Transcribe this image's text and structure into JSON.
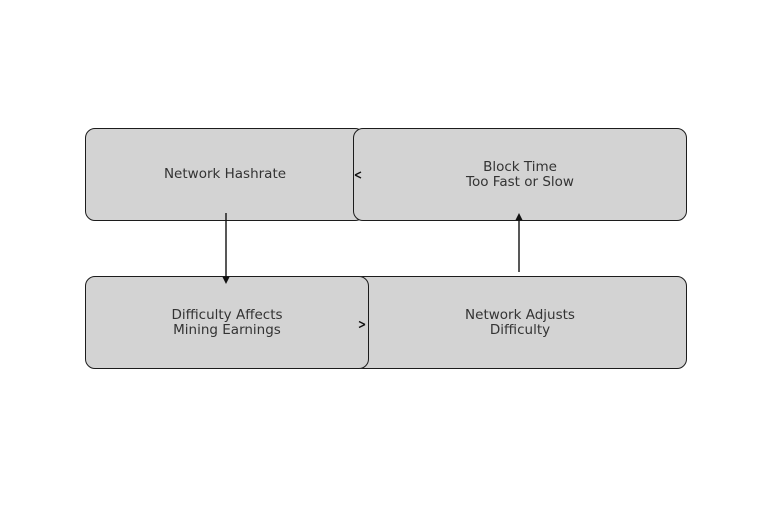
{
  "diagram": {
    "nodes": {
      "network_hashrate": {
        "line1": "Network Hashrate",
        "line2": ""
      },
      "block_time": {
        "line1": "Block Time",
        "line2": "Too Fast or Slow"
      },
      "difficulty_affects": {
        "line1": "Difficulty Affects",
        "line2": "Mining Earnings"
      },
      "network_adjusts": {
        "line1": "Network Adjusts",
        "line2": "Difficulty"
      }
    },
    "edges": [
      {
        "from": "network_hashrate",
        "to": "difficulty_affects"
      },
      {
        "from": "difficulty_affects",
        "to": "network_adjusts"
      },
      {
        "from": "network_adjusts",
        "to": "block_time"
      },
      {
        "from": "block_time",
        "to": "network_hashrate"
      }
    ],
    "colors": {
      "node_fill": "#d3d3d3",
      "node_border": "#1c1c1c",
      "text": "#333333",
      "arrow": "#111111"
    }
  }
}
